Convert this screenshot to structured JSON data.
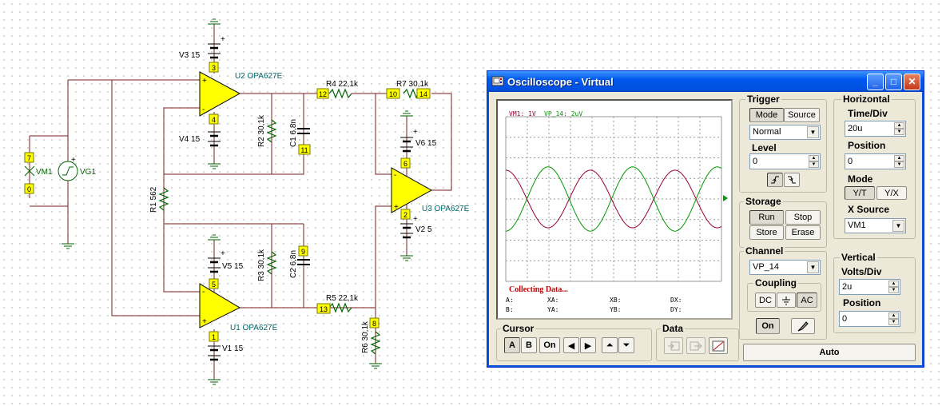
{
  "schematic": {
    "components": {
      "v3": "V3 15",
      "v4": "V4 15",
      "v5": "V5 15",
      "v1": "V1 15",
      "v6": "V6 15",
      "v2": "V2 5",
      "u2": "U2 OPA627E",
      "u1": "U1 OPA627E",
      "u3": "U3 OPA627E",
      "r4": "R4 22,1k",
      "r7": "R7 30,1k",
      "r5": "R5 22,1k",
      "r6": "R6 30,1k",
      "r2": "R2 30,1k",
      "r3": "R3 30,1k",
      "r1": "R1 562",
      "c1": "C1 6,8n",
      "c2": "C2 6,8n",
      "vm1": "VM1",
      "vg1": "VG1"
    },
    "nodes": [
      "3",
      "4",
      "12",
      "10",
      "14",
      "11",
      "7",
      "0",
      "6",
      "2",
      "9",
      "5",
      "1",
      "13",
      "8"
    ],
    "plus": "+",
    "minus": "-"
  },
  "oscilloscope": {
    "title": "Oscilloscope - Virtual",
    "window_buttons": {
      "minimize": "_",
      "maximize": "□",
      "close": "✕"
    },
    "trace_labels": {
      "ch1": "VM1: 1V",
      "ch2": "VP_14: 2uV"
    },
    "status": "Collecting Data...",
    "readouts": {
      "a": "A:",
      "b": "B:",
      "xa": "XA:",
      "ya": "YA:",
      "xb": "XB:",
      "yb": "YB:",
      "dx": "DX:",
      "dy": "DY:"
    },
    "trigger": {
      "label": "Trigger",
      "mode_label": "Mode",
      "source_label": "Source",
      "mode_value": "Normal",
      "level_label": "Level",
      "level_value": "0"
    },
    "storage": {
      "label": "Storage",
      "run": "Run",
      "stop": "Stop",
      "store": "Store",
      "erase": "Erase"
    },
    "horizontal": {
      "label": "Horizontal",
      "time_div_label": "Time/Div",
      "time_div_value": "20u",
      "position_label": "Position",
      "position_value": "0",
      "mode_label": "Mode",
      "mode_yt": "Y/T",
      "mode_yx": "Y/X",
      "xsource_label": "X Source",
      "xsource_value": "VM1"
    },
    "channel": {
      "label": "Channel",
      "value": "VP_14",
      "coupling_label": "Coupling",
      "dc": "DC",
      "ac": "AC",
      "on": "On"
    },
    "vertical": {
      "label": "Vertical",
      "volts_div_label": "Volts/Div",
      "volts_div_value": "2u",
      "position_label": "Position",
      "position_value": "0"
    },
    "cursor": {
      "label": "Cursor",
      "a": "A",
      "b": "B",
      "on": "On"
    },
    "data": {
      "label": "Data"
    },
    "auto": "Auto",
    "colors": {
      "ch1": "#990033",
      "ch2": "#009900",
      "grid": "#999999"
    },
    "waveforms": {
      "ch1": {
        "cycles": 2.55,
        "phase_deg": 90,
        "amplitude_fraction": 0.35
      },
      "ch2": {
        "cycles": 2.55,
        "phase_deg": -90,
        "amplitude_fraction": 0.39
      }
    }
  }
}
